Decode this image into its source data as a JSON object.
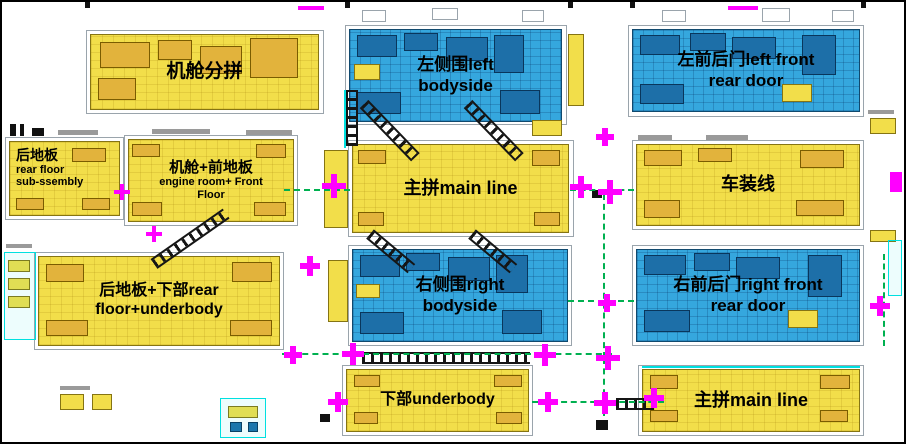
{
  "colors": {
    "yellow": "#f2de4a",
    "blue": "#35a7de",
    "magenta": "#ff00ff",
    "green": "#00b050",
    "cyan": "#00e0e0"
  },
  "blocks": {
    "cabin_sub": {
      "label": "机舱分拼"
    },
    "left_bodyside": {
      "label": "左侧围left\nbodyside"
    },
    "left_front_rear_door": {
      "label": "左前后门left front\nrear door"
    },
    "rear_floor_sub": {
      "zh": "后地板",
      "en": "rear floor\nsub-ssembly"
    },
    "engine_front_floor": {
      "zh": "机舱+前地板",
      "en": "engine room+ Front\nFloor"
    },
    "main_line_top": {
      "label": "主拼main line"
    },
    "vehicle_line": {
      "label": "车装线"
    },
    "rear_floor_underbody": {
      "label": "后地板+下部rear\nfloor+underbody"
    },
    "right_bodyside": {
      "label": "右侧围right\nbodyside"
    },
    "right_front_rear_door": {
      "label": "右前后门right front\nrear door"
    },
    "underbody": {
      "label": "下部underbody"
    },
    "main_line_bottom": {
      "label": "主拼main line"
    }
  }
}
